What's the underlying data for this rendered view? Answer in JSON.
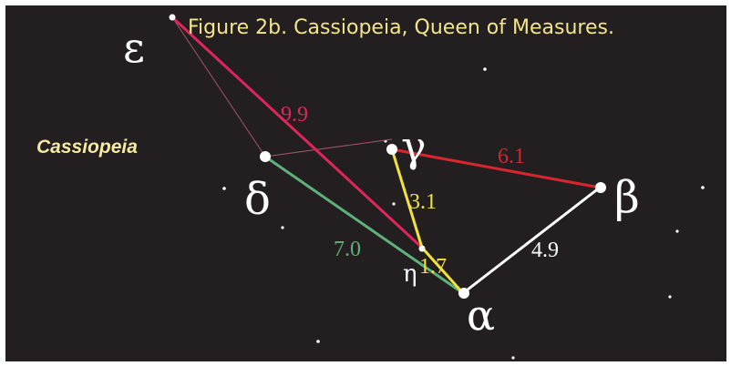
{
  "title": "Figure 2b. Cassiopeia, Queen of Measures.",
  "constellation_label": "Cassiopeia",
  "colors": {
    "background": "#231f20",
    "title": "#f3e58a",
    "epsilon_line": "#e0245e",
    "beta_line": "#d9262e",
    "alpha_delta_line": "#5fb07a",
    "gamma_line": "#f2e33a",
    "alpha_beta_line": "#ffffff",
    "faint_line": "#a4546a"
  },
  "stars": [
    {
      "id": "epsilon",
      "symbol": "ε"
    },
    {
      "id": "delta",
      "symbol": "δ"
    },
    {
      "id": "gamma",
      "symbol": "γ"
    },
    {
      "id": "beta",
      "symbol": "β"
    },
    {
      "id": "eta",
      "symbol": "η"
    },
    {
      "id": "alpha",
      "symbol": "α"
    }
  ],
  "connections": [
    {
      "from": "epsilon",
      "to": "eta",
      "distance": "9.9",
      "color_key": "epsilon_line"
    },
    {
      "from": "gamma",
      "to": "beta",
      "distance": "6.1",
      "color_key": "beta_line"
    },
    {
      "from": "gamma",
      "to": "eta",
      "distance": "3.1",
      "color_key": "gamma_line"
    },
    {
      "from": "delta",
      "to": "alpha",
      "distance": "7.0",
      "color_key": "alpha_delta_line"
    },
    {
      "from": "eta",
      "to": "alpha",
      "distance": "1.7",
      "color_key": "gamma_line"
    },
    {
      "from": "alpha",
      "to": "beta",
      "distance": "4.9",
      "color_key": "alpha_beta_line"
    }
  ],
  "faint_connections": [
    {
      "from": "epsilon",
      "to": "delta"
    },
    {
      "from": "delta",
      "to": "gamma"
    }
  ]
}
